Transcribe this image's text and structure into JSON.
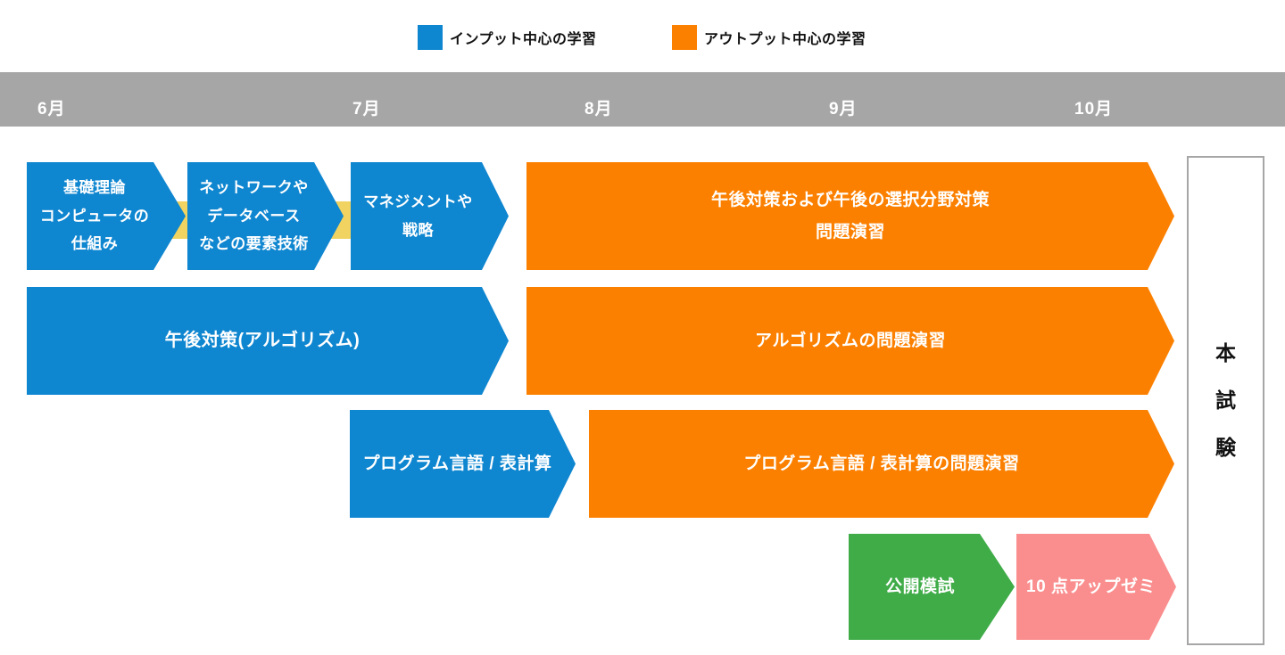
{
  "legend": {
    "items": [
      {
        "id": "input",
        "label": "インプット中心の学習",
        "color": "#0F86D0"
      },
      {
        "id": "output",
        "label": "アウトプット中心の学習",
        "color": "#FC8000"
      }
    ]
  },
  "timeline": {
    "months": [
      "6月",
      "7月",
      "8月",
      "9月",
      "10月"
    ],
    "bar_color": "#A6A6A6"
  },
  "rows": [
    {
      "arrows": [
        {
          "id": "basic-theory",
          "type": "input",
          "label": "基礎理論\nコンピュータの\n仕組み"
        },
        {
          "id": "network-database",
          "type": "input",
          "label": "ネットワークや\nデータベース\nなどの要素技術"
        },
        {
          "id": "management-strategy",
          "type": "input",
          "label": "マネジメントや\n戦略"
        },
        {
          "id": "pm-field-exercises",
          "type": "output",
          "label": "午後対策および午後の選択分野対策\n問題演習"
        }
      ]
    },
    {
      "arrows": [
        {
          "id": "pm-algorithm",
          "type": "input",
          "label": "午後対策(アルゴリズム)"
        },
        {
          "id": "algorithm-exercises",
          "type": "output",
          "label": "アルゴリズムの問題演習"
        }
      ]
    },
    {
      "arrows": [
        {
          "id": "programming-spreadsheet",
          "type": "input",
          "label": "プログラム言語 / 表計算"
        },
        {
          "id": "programming-spreadsheet-exercises",
          "type": "output",
          "label": "プログラム言語 / 表計算の問題演習"
        }
      ]
    },
    {
      "arrows": [
        {
          "id": "public-mock-exam",
          "type": "mock",
          "label": "公開模試"
        },
        {
          "id": "ten-point-up-seminar",
          "type": "seminar",
          "label": "10 点アップゼミ"
        }
      ]
    }
  ],
  "exam": {
    "label": "本試験"
  },
  "colors": {
    "input_blue": "#0F86D0",
    "output_orange": "#FC8000",
    "mock_green": "#3FAC48",
    "seminar_pink": "#FA8E8E",
    "connector_yellow": "#F0D360",
    "timeline_gray": "#A6A6A6",
    "exam_box_border": "#A6A6A6",
    "arrow_text": "#FFFFFF"
  }
}
